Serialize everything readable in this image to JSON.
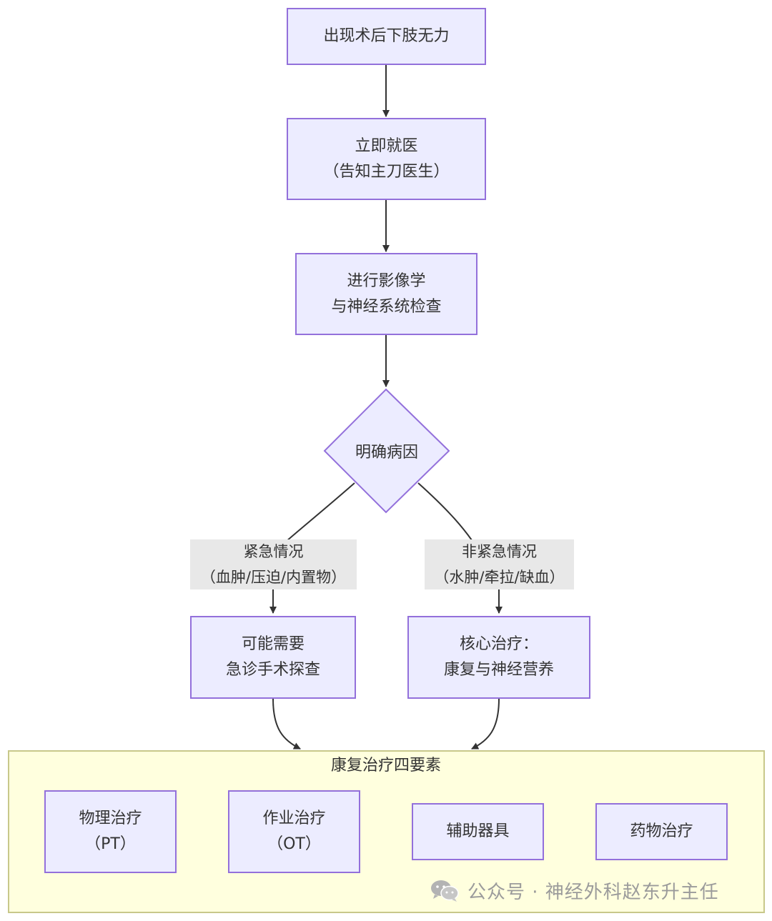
{
  "nodes": {
    "n1": {
      "line1": "出现术后下肢无力"
    },
    "n2": {
      "line1": "立即就医",
      "line2": "（告知主刀医生）"
    },
    "n3": {
      "line1": "进行影像学",
      "line2": "与神经系统检查"
    },
    "decision": {
      "label": "明确病因"
    },
    "left_label": {
      "line1": "紧急情况",
      "line2": "（血肿/压迫/内置物）"
    },
    "right_label": {
      "line1": "非紧急情况",
      "line2": "（水肿/牵拉/缺血）"
    },
    "left_node": {
      "line1": "可能需要",
      "line2": "急诊手术探查"
    },
    "right_node": {
      "line1": "核心治疗：",
      "line2": "康复与神经营养"
    }
  },
  "cluster": {
    "title": "康复治疗四要素",
    "items": [
      {
        "line1": "物理治疗",
        "line2": "（PT）"
      },
      {
        "line1": "作业治疗",
        "line2": "（OT）"
      },
      {
        "line1": "辅助器具"
      },
      {
        "line1": "药物治疗"
      }
    ]
  },
  "watermark": {
    "text": "公众号 · 神经外科赵东升主任",
    "icon": "wechat-icon"
  },
  "colors": {
    "node_fill": "#ececff",
    "node_border": "#9370db",
    "cluster_fill": "#ffffde",
    "edge_label_fill": "#e8e8e8",
    "edge": "#333333"
  }
}
